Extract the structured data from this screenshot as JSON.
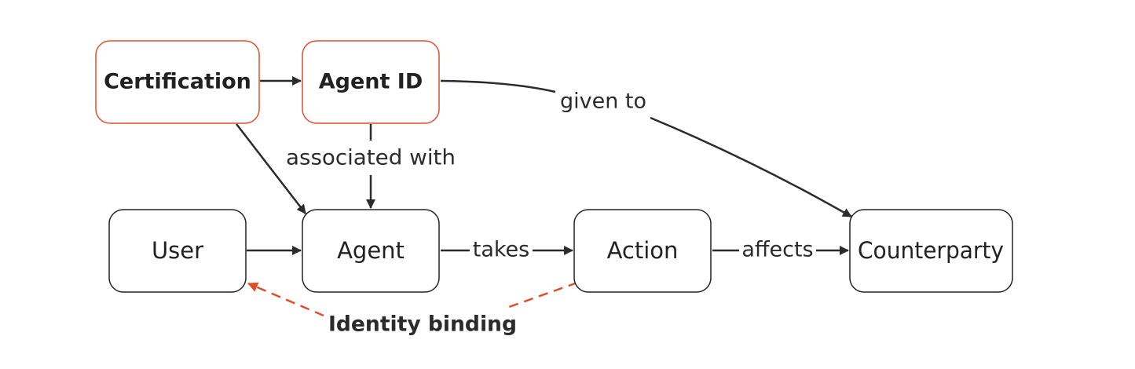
{
  "colors": {
    "accent": "#e04e2e",
    "ink": "#222222",
    "line": "#2b2b2b",
    "background": "#ffffff"
  },
  "nodes": {
    "certification": {
      "label": "Certification"
    },
    "agent_id": {
      "label": "Agent ID"
    },
    "user": {
      "label": "User"
    },
    "agent": {
      "label": "Agent"
    },
    "action": {
      "label": "Action"
    },
    "counterparty": {
      "label": "Counterparty"
    }
  },
  "edges": {
    "given_to": {
      "label": "given to"
    },
    "associated_with": {
      "label": "associated with"
    },
    "takes": {
      "label": "takes"
    },
    "affects": {
      "label": "affects"
    },
    "identity_binding": {
      "label": "Identity binding"
    }
  }
}
